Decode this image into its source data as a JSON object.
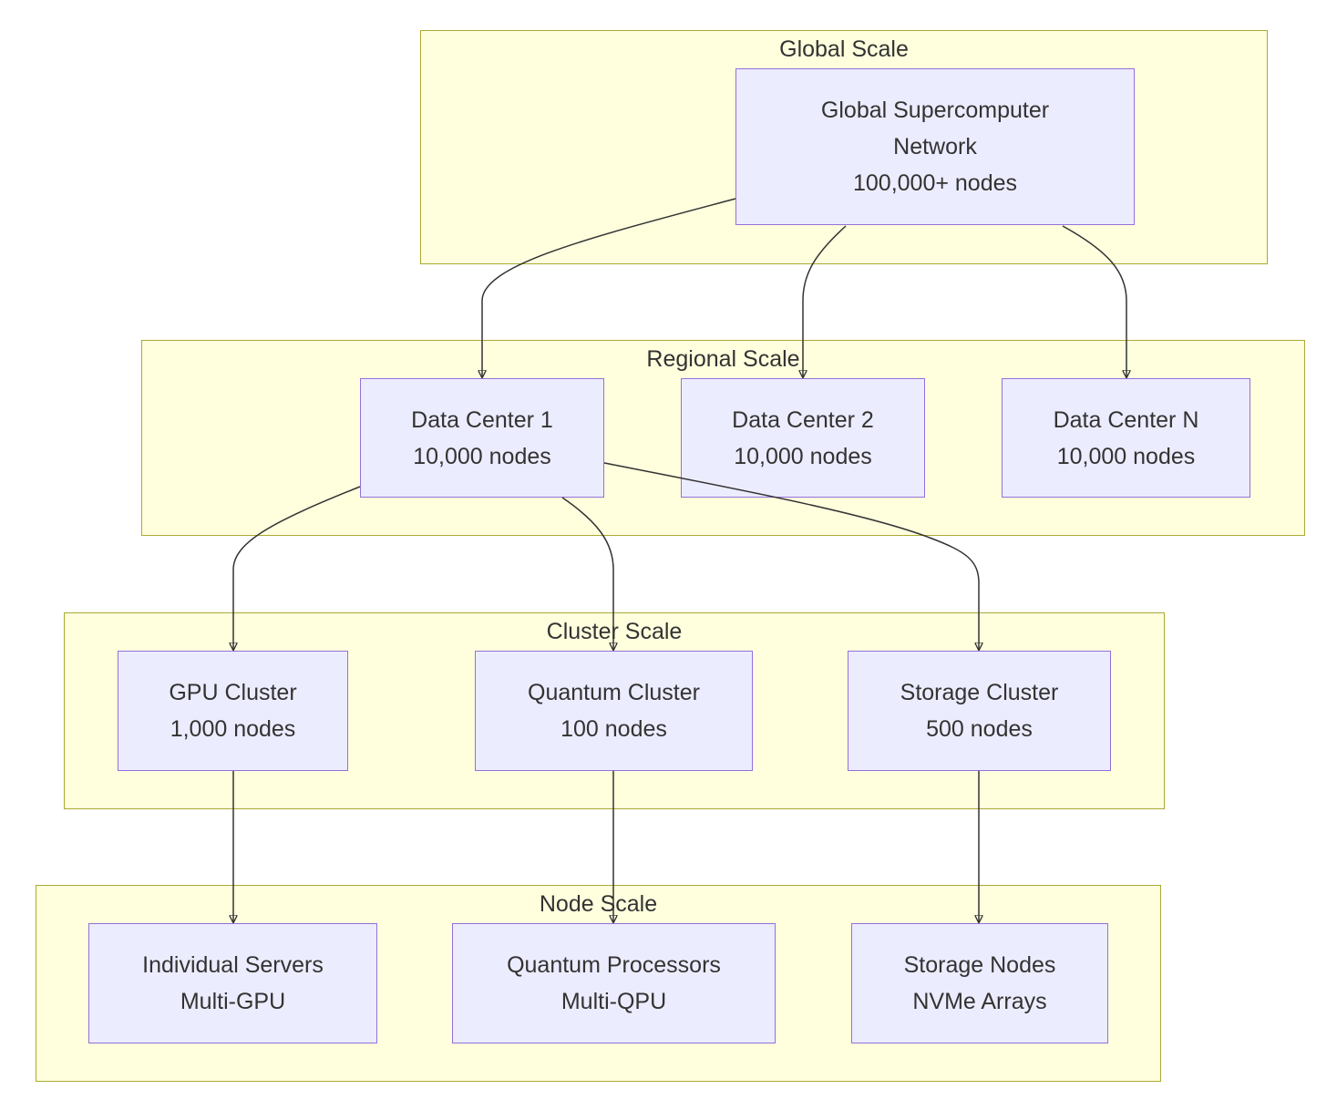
{
  "colors": {
    "cluster_fill": "#ffffde",
    "cluster_stroke": "#aaaa33",
    "node_fill": "#ececff",
    "node_stroke": "#9370db",
    "edge": "#333333",
    "text": "#333333"
  },
  "subgraphs": {
    "global": {
      "title": "Global Scale"
    },
    "regional": {
      "title": "Regional Scale"
    },
    "cluster": {
      "title": "Cluster Scale"
    },
    "node": {
      "title": "Node Scale"
    }
  },
  "nodes": {
    "global_network": {
      "lines": [
        "Global Supercomputer",
        "Network",
        "100,000+ nodes"
      ]
    },
    "dc1": {
      "lines": [
        "Data Center 1",
        "10,000 nodes"
      ]
    },
    "dc2": {
      "lines": [
        "Data Center 2",
        "10,000 nodes"
      ]
    },
    "dcn": {
      "lines": [
        "Data Center N",
        "10,000 nodes"
      ]
    },
    "gpu_cluster": {
      "lines": [
        "GPU Cluster",
        "1,000 nodes"
      ]
    },
    "quantum_cluster": {
      "lines": [
        "Quantum Cluster",
        "100 nodes"
      ]
    },
    "storage_cluster": {
      "lines": [
        "Storage Cluster",
        "500 nodes"
      ]
    },
    "servers": {
      "lines": [
        "Individual Servers",
        "Multi-GPU"
      ]
    },
    "qpus": {
      "lines": [
        "Quantum Processors",
        "Multi-QPU"
      ]
    },
    "storage_nodes": {
      "lines": [
        "Storage Nodes",
        "NVMe Arrays"
      ]
    }
  },
  "edges": [
    {
      "from": "global_network",
      "to": "dc1"
    },
    {
      "from": "global_network",
      "to": "dc2"
    },
    {
      "from": "global_network",
      "to": "dcn"
    },
    {
      "from": "dc1",
      "to": "gpu_cluster"
    },
    {
      "from": "dc1",
      "to": "quantum_cluster"
    },
    {
      "from": "dc1",
      "to": "storage_cluster"
    },
    {
      "from": "gpu_cluster",
      "to": "servers"
    },
    {
      "from": "quantum_cluster",
      "to": "qpus"
    },
    {
      "from": "storage_cluster",
      "to": "storage_nodes"
    }
  ]
}
